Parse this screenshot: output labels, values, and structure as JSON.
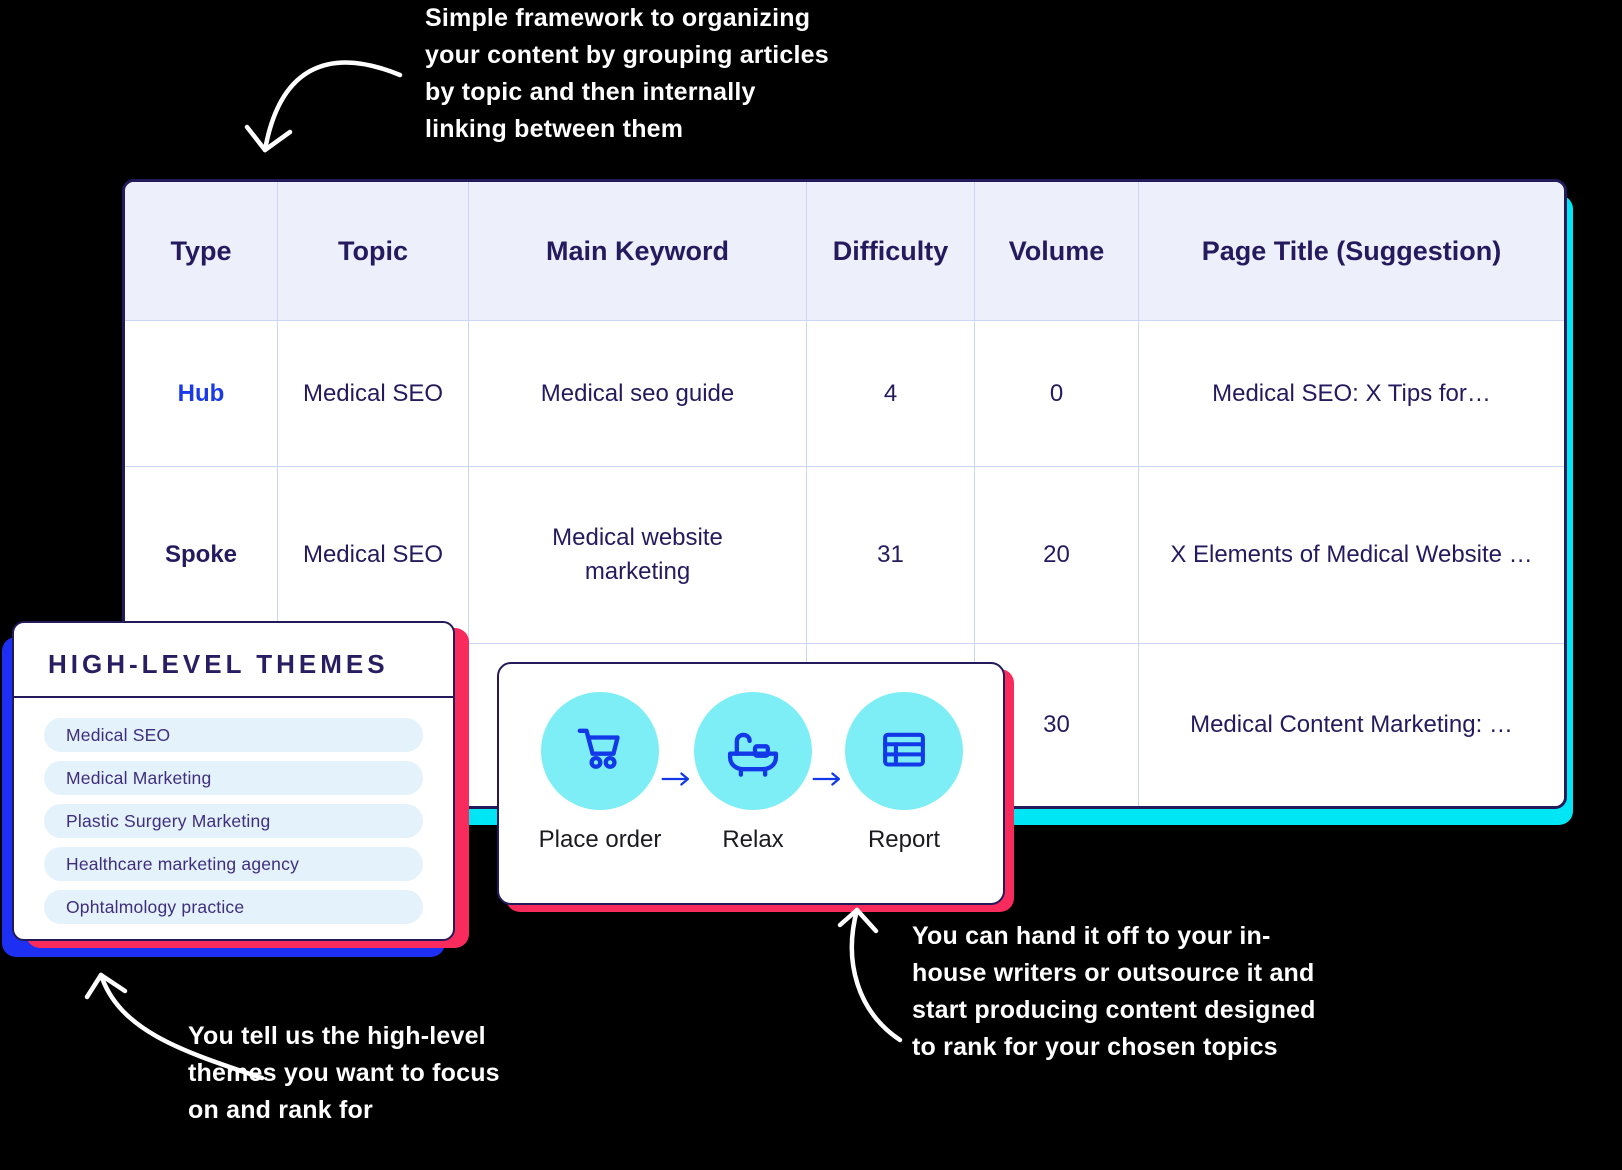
{
  "annotations": {
    "top": "Simple framework to organizing\nyour content by grouping articles\nby topic and then internally\nlinking between them",
    "bottom_left": "You tell us the high-level\nthemes you want to focus\non and rank for",
    "bottom_right": "You can hand it off to your in-\nhouse writers or outsource it and\nstart producing content designed\nto rank for your chosen topics"
  },
  "table": {
    "columns": [
      "Type",
      "Topic",
      "Main Keyword",
      "Difficulty",
      "Volume",
      "Page Title (Suggestion)"
    ],
    "rows": [
      {
        "type": "Hub",
        "topic": "Medical SEO",
        "main_keyword": "Medical seo guide",
        "difficulty": "4",
        "volume": "0",
        "page_title": "Medical SEO: X Tips for…"
      },
      {
        "type": "Spoke",
        "topic": "Medical SEO",
        "main_keyword": "Medical website marketing",
        "difficulty": "31",
        "volume": "20",
        "page_title": "X Elements of Medical Website …"
      },
      {
        "type": "",
        "topic": "",
        "main_keyword": "",
        "difficulty": "",
        "volume": "30",
        "page_title": "Medical Content Marketing: …"
      }
    ]
  },
  "themes_card": {
    "title": "HIGH-LEVEL THEMES",
    "items": [
      "Medical SEO",
      "Medical Marketing",
      "Plastic Surgery Marketing",
      "Healthcare marketing agency",
      "Ophtalmology practice"
    ]
  },
  "steps_card": {
    "steps": [
      {
        "icon": "cart-icon",
        "label": "Place order"
      },
      {
        "icon": "bathtub-icon",
        "label": "Relax"
      },
      {
        "icon": "report-icon",
        "label": "Report"
      }
    ]
  },
  "colors": {
    "background": "#000000",
    "table_border_navy": "#231a5a",
    "table_header_bg": "#edf0fb",
    "gridline": "#ccd5f3",
    "text_navy": "#251a5e",
    "hub_blue": "#1a3ae8",
    "cyan_shadow": "#00e6f4",
    "circle_cyan": "#7deef5",
    "icon_blue": "#1238e8",
    "red_edge": "#f82b5c",
    "blue_shadow": "#1d2ff2",
    "pill_bg": "#e4f2fb",
    "annotation_text": "#ffffff"
  }
}
